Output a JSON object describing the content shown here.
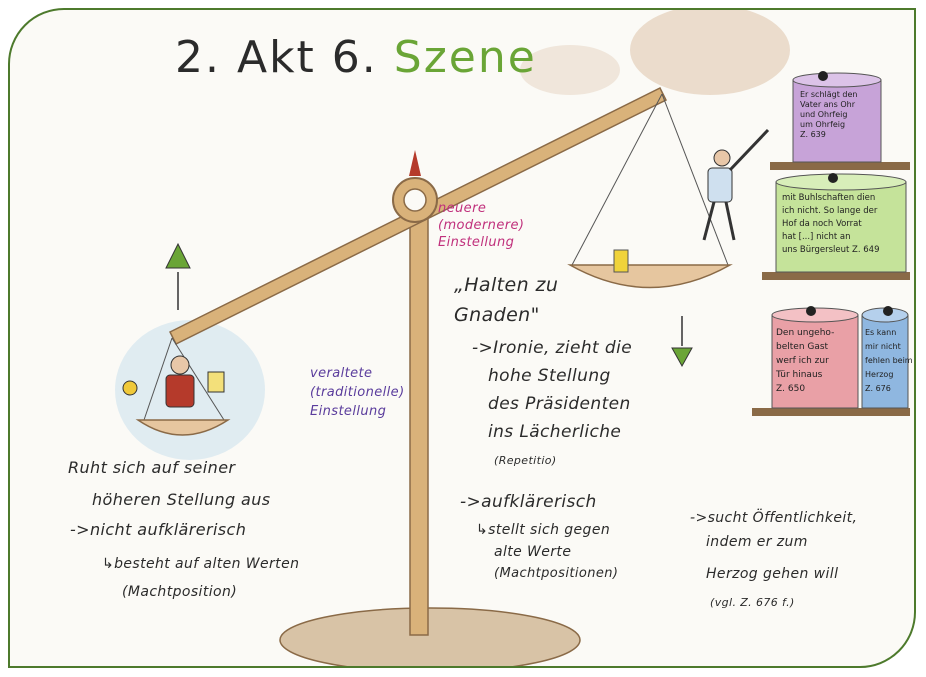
{
  "title": {
    "prefix": "2. Akt 6. ",
    "accent": "Szene"
  },
  "left_side": {
    "label": "veraltete\n(traditionelle)\nEinstellung",
    "notes": [
      "Ruht sich auf seiner",
      "höheren Stellung aus",
      "->nicht aufklärerisch",
      "↳besteht auf alten Werten",
      "(Machtposition)"
    ]
  },
  "right_side": {
    "label": "neuere\n(modernere)\nEinstellung",
    "quote_line1": "„Halten zu",
    "quote_line2": "Gnaden\"",
    "notes": [
      "->Ironie, zieht die",
      "hohe Stellung",
      "des Präsidenten",
      "ins Lächerliche",
      "(Repetitio)"
    ],
    "notes2": [
      "->aufklärerisch",
      "↳stellt sich gegen",
      "alte Werte",
      "(Machtpositionen)"
    ],
    "notes3": [
      "->sucht Öffentlichkeit,",
      "indem er zum",
      "Herzog gehen will",
      "(vgl. Z. 676 f.)"
    ]
  },
  "cans": [
    {
      "text": "Er schlägt den\nVater ans Ohr\nund Ohrfeig\num Ohrfeig\nZ. 639",
      "color": "#c7a3d8"
    },
    {
      "text": "mit Buhlschaften dien\nich nicht. So lange der\nHof da noch Vorrat\nhat [...] nicht an\nuns Bürgersleut Z. 649",
      "color": "#c5e39a"
    },
    {
      "text": "Den ungeho-\nbelten Gast\nwerf ich zur\nTür hinaus\nZ. 650",
      "color": "#e9a0a6"
    },
    {
      "text": "Es kann\nmir nicht\nfehlen beim\nHerzog\nZ. 676",
      "color": "#8fb7e0"
    }
  ],
  "colors": {
    "frame": "#4d7a2c",
    "accent_green": "#6aa536",
    "pink": "#c0307c",
    "purple": "#5a3c9c",
    "wood": "#c9a36a"
  }
}
